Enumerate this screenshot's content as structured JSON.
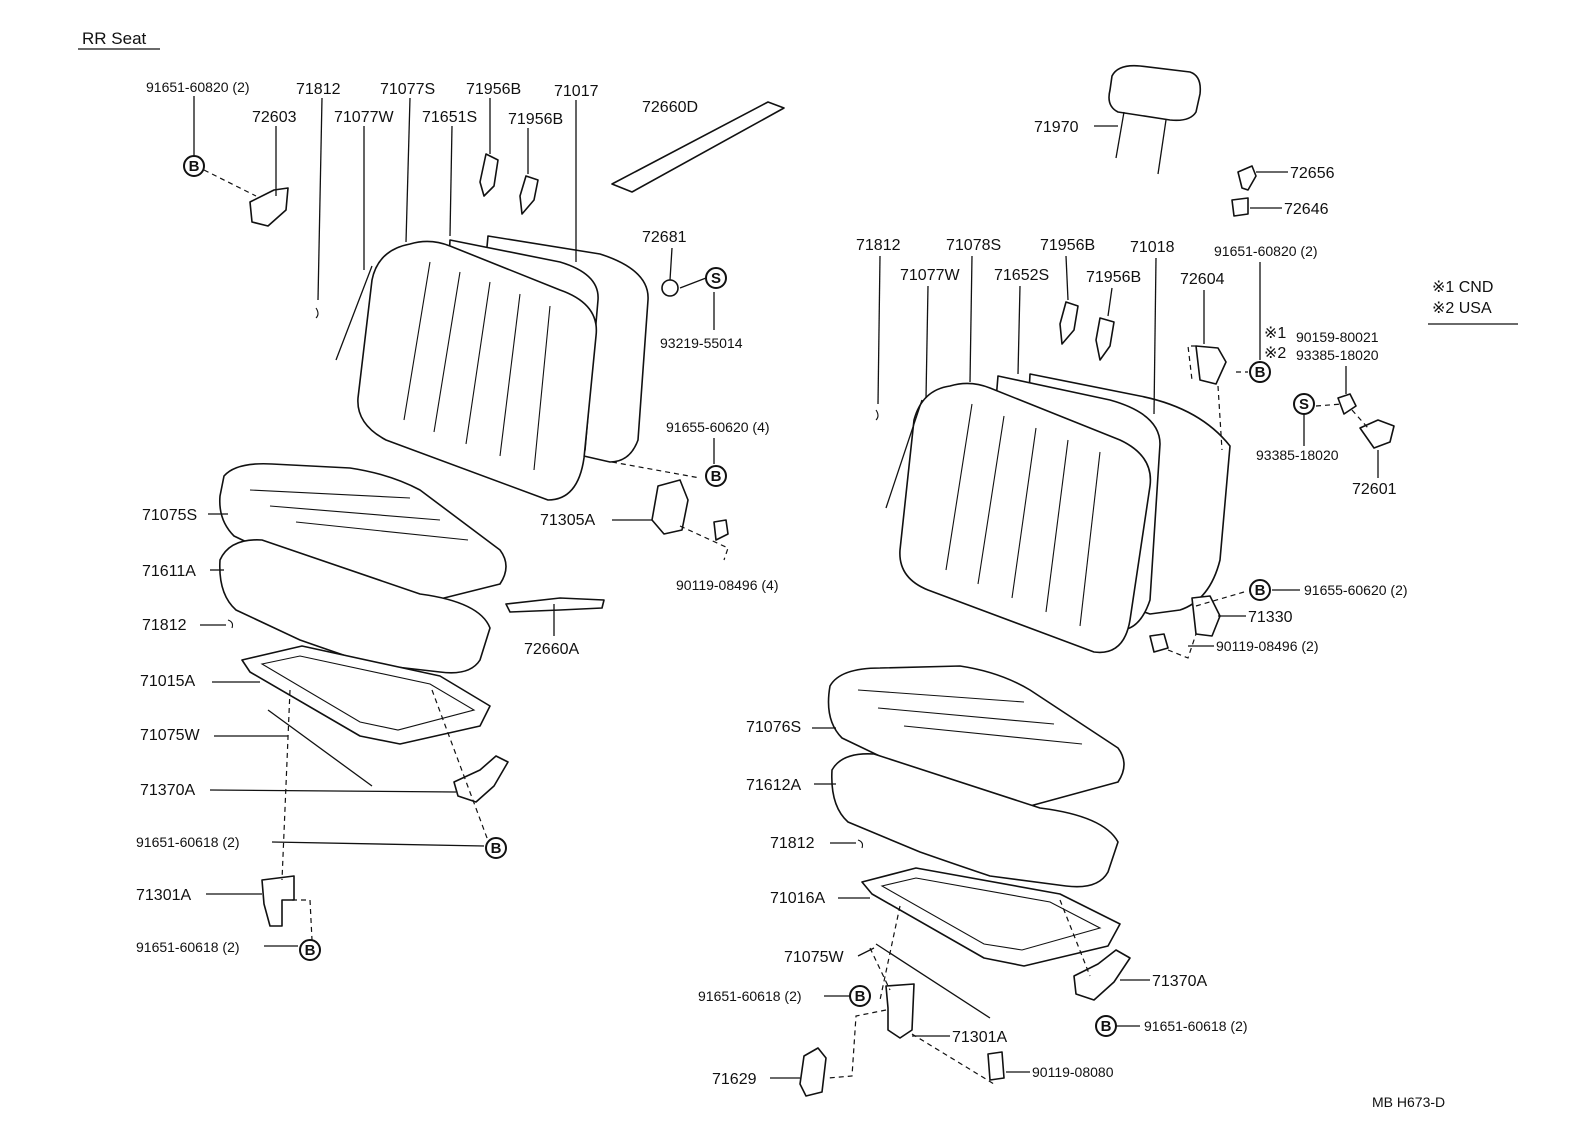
{
  "title": "RR Seat",
  "footer_code": "MB  H673-D",
  "legend": {
    "mark1": "※1 CND",
    "mark2": "※2 USA"
  },
  "symbols": {
    "bolt": "B",
    "screw": "S"
  },
  "left_labels": {
    "p91651_60820": "91651-60820 (2)",
    "p71812_top": "71812",
    "p71077S": "71077S",
    "p71956B_a": "71956B",
    "p71017": "71017",
    "p72603": "72603",
    "p71077W": "71077W",
    "p71651S": "71651S",
    "p71956B_b": "71956B",
    "p72660D": "72660D",
    "p72681": "72681",
    "p93219": "93219-55014",
    "p91655_4": "91655-60620 (4)",
    "p71305A": "71305A",
    "p90119_4": "90119-08496 (4)",
    "p72660A": "72660A",
    "p71075S": "71075S",
    "p71611A": "71611A",
    "p71812_mid": "71812",
    "p71015A": "71015A",
    "p71075W": "71075W",
    "p71370A": "71370A",
    "p91651_60618_a": "91651-60618 (2)",
    "p71301A": "71301A",
    "p91651_60618_b": "91651-60618 (2)"
  },
  "right_labels": {
    "p71970": "71970",
    "p72656": "72656",
    "p72646": "72646",
    "p71812_top": "71812",
    "p71078S": "71078S",
    "p71956B_a": "71956B",
    "p71018": "71018",
    "p91651_60820": "91651-60820 (2)",
    "p71077W": "71077W",
    "p71652S": "71652S",
    "p71956B_b": "71956B",
    "p72604": "72604",
    "p90159_mark": "※1",
    "p90159": "90159-80021",
    "p93385_mark": "※2",
    "p93385_a": "93385-18020",
    "p93385_b": "93385-18020",
    "p72601": "72601",
    "p91655_2": "91655-60620 (2)",
    "p71330": "71330",
    "p90119_2": "90119-08496 (2)",
    "p71076S": "71076S",
    "p71612A": "71612A",
    "p71812_mid": "71812",
    "p71016A": "71016A",
    "p71075W": "71075W",
    "p71370A": "71370A",
    "p91651_60618_a": "91651-60618 (2)",
    "p91651_60618_b": "91651-60618 (2)",
    "p71301A": "71301A",
    "p90119_08080": "90119-08080",
    "p71629": "71629"
  }
}
